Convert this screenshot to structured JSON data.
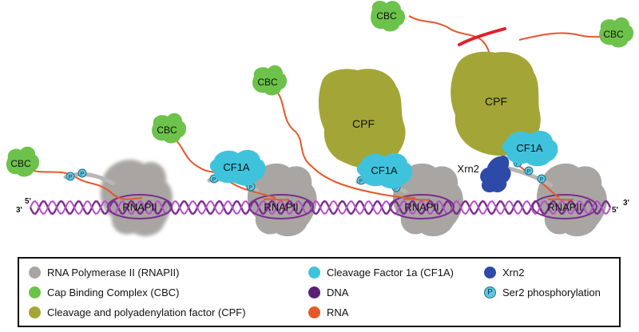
{
  "colors": {
    "rnapii": "#a8a5a2",
    "cbc": "#6cc24a",
    "cpf": "#a3a536",
    "cf1a": "#3fc3dc",
    "xrn2": "#2e4aa8",
    "dna": "#7b2d8e",
    "rna": "#e4582a",
    "rna_degraded": "#e0202a"
  },
  "diagram": {
    "dna_end_left_3": "3'",
    "dna_end_left_5": "5'",
    "dna_end_right_5": "5'",
    "dna_end_right_3": "3'",
    "rnapii": "RNAPII",
    "cbc": "CBC",
    "cpf": "CPF",
    "cf1a": "CF1A",
    "xrn2": "Xrn2",
    "p": "P"
  },
  "legend": {
    "rnapii": "RNA Polymerase II (RNAPII)",
    "cbc": "Cap Binding Complex (CBC)",
    "cpf": "Cleavage and polyadenylation factor (CPF)",
    "cf1a": "Cleavage Factor 1a (CF1A)",
    "dna": "DNA",
    "rna": "RNA",
    "xrn2": "Xrn2",
    "ser2_marker": "P",
    "ser2": "Ser2 phosphorylation"
  }
}
